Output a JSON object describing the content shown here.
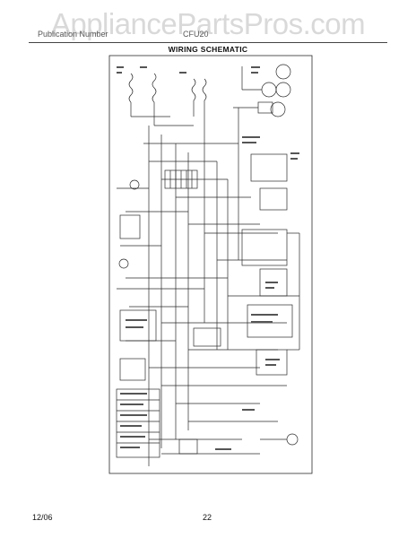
{
  "watermark": "AppliancePartsPros.com",
  "header": {
    "left": "Publication Number",
    "middle": "CFU20"
  },
  "title": "WIRING SCHEMATIC",
  "footer": {
    "date": "12/06",
    "page": "22"
  },
  "colors": {
    "ink": "#2a2a2a",
    "watermark": "#9a9a9a"
  }
}
